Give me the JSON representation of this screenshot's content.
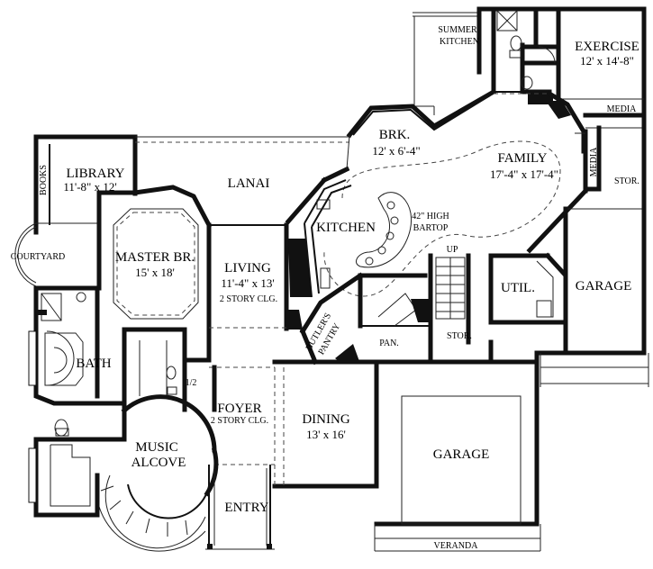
{
  "rooms": {
    "summer_kitchen": [
      "SUMMER",
      "KITCHEN"
    ],
    "exercise": [
      "EXERCISE",
      "12' x 14'-8\""
    ],
    "media_top": "MEDIA",
    "brk": [
      "BRK.",
      "12' x 6'-4\""
    ],
    "family": [
      "FAMILY",
      "17'-4\" x 17'-4\""
    ],
    "media_side": "MEDIA",
    "stor_right": "STOR.",
    "library": [
      "LIBRARY",
      "11'-8\" x 12'"
    ],
    "books": "BOOKS",
    "lanai": "LANAI",
    "kitchen": "KITCHEN",
    "bartop": [
      "42\" HIGH",
      "BARTOP"
    ],
    "up": "UP",
    "courtyard": "COURTYARD",
    "master": [
      "MASTER BR.",
      "15' x 18'"
    ],
    "living": [
      "LIVING",
      "11'-4\" x 13'",
      "2 STORY CLG."
    ],
    "util": "UTIL.",
    "garage_right": "GARAGE",
    "butlers": [
      "BUTLER'S",
      "PANTRY"
    ],
    "pan": "PAN.",
    "stor_mid": "STOR.",
    "bath": "BATH",
    "half_bath": "1/2",
    "foyer": [
      "FOYER",
      "2 STORY CLG."
    ],
    "dining": [
      "DINING",
      "13' x 16'"
    ],
    "garage_bottom": "GARAGE",
    "music": [
      "MUSIC",
      "ALCOVE"
    ],
    "entry": "ENTRY",
    "veranda": "VERANDA"
  }
}
